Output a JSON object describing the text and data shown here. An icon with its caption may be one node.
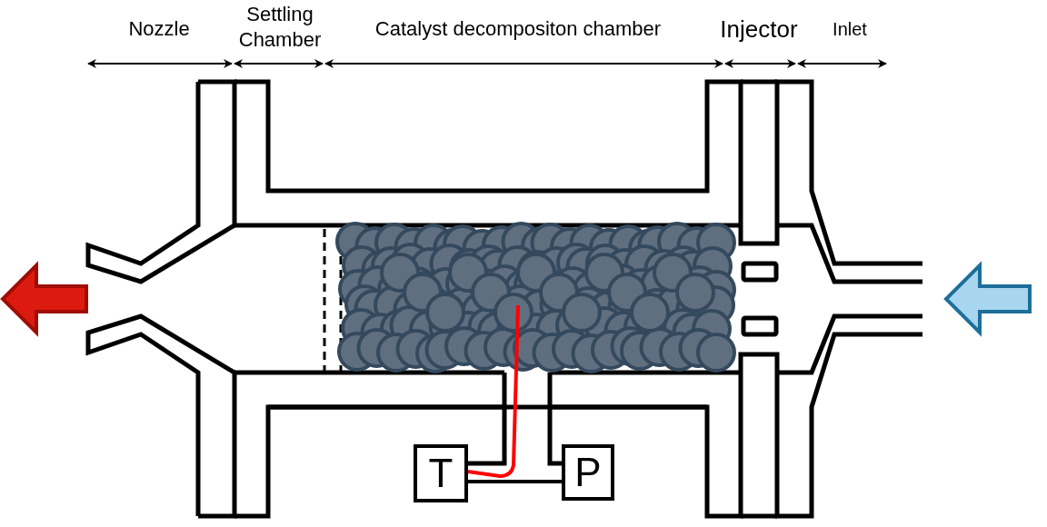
{
  "diagram": {
    "nodes": [
      {
        "text": [
          "T"
        ]
      },
      {
        "text": [
          "P"
        ]
      },
      {
        "text": [],
        "shape": "circle"
      }
    ],
    "edges": [
      {
        "from": 0,
        "to": 2,
        "arrow": "none",
        "color": "#ff0000"
      },
      {
        "from": 0,
        "to": 1,
        "arrow": "none",
        "color": "#000000"
      }
    ],
    "labels": [
      "Nozzle",
      "Settling Chamber",
      "Catalyst decompositon chamber",
      "Injector",
      "Inlet"
    ]
  }
}
